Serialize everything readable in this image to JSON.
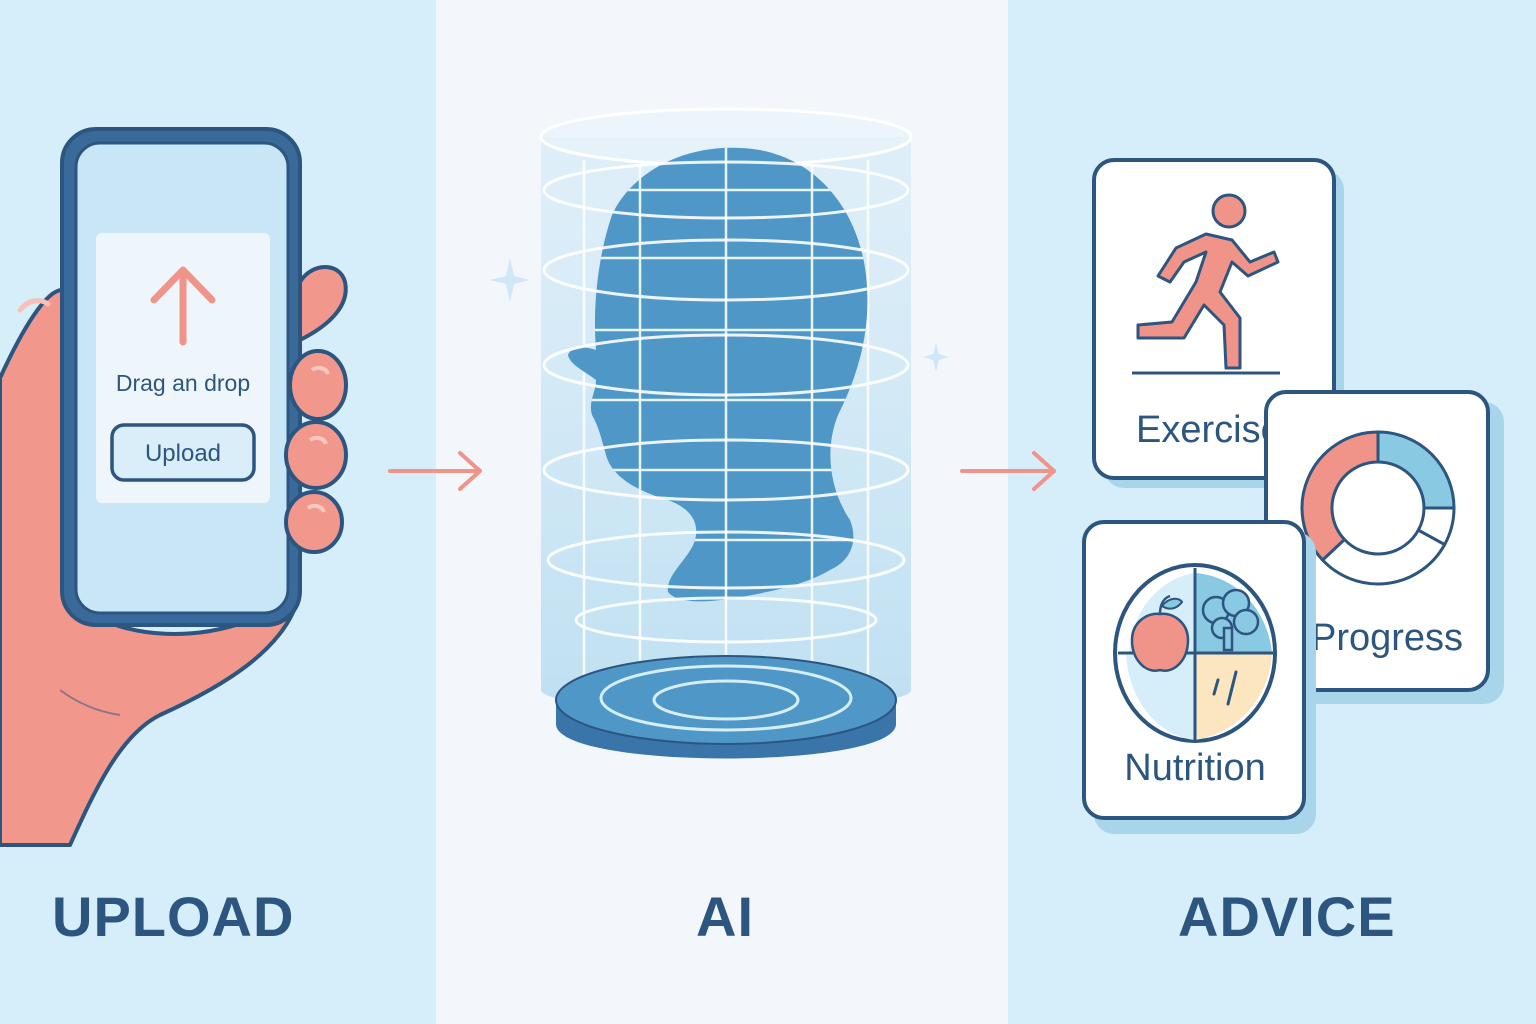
{
  "steps": {
    "upload": "UPLOAD",
    "ai": "AI",
    "advice": "ADVICE"
  },
  "phone": {
    "drop_text": "Drag an drop",
    "upload_button": "Upload"
  },
  "cards": {
    "exercise": "Exercise",
    "progress": "Progress",
    "nutrition": "Nutrition"
  },
  "progress_chart": {
    "type": "pie",
    "segments": [
      {
        "value": 0.25,
        "color": "#8ac9e2"
      },
      {
        "value": 0.08,
        "color": "#ffffff"
      },
      {
        "value": 0.3,
        "color": "#ffffff"
      },
      {
        "value": 0.37,
        "color": "#f0948a"
      }
    ]
  },
  "colors": {
    "accent": "#f0948a",
    "primary": "#2c5580",
    "head": "#4f97c7",
    "panel_light": "#d5eef9",
    "panel_mid": "#f3f7fc"
  },
  "icons": [
    "upload-arrow-icon",
    "running-person-icon",
    "donut-chart-icon",
    "food-plate-icon",
    "sparkle-icon",
    "flow-arrow-icon"
  ]
}
